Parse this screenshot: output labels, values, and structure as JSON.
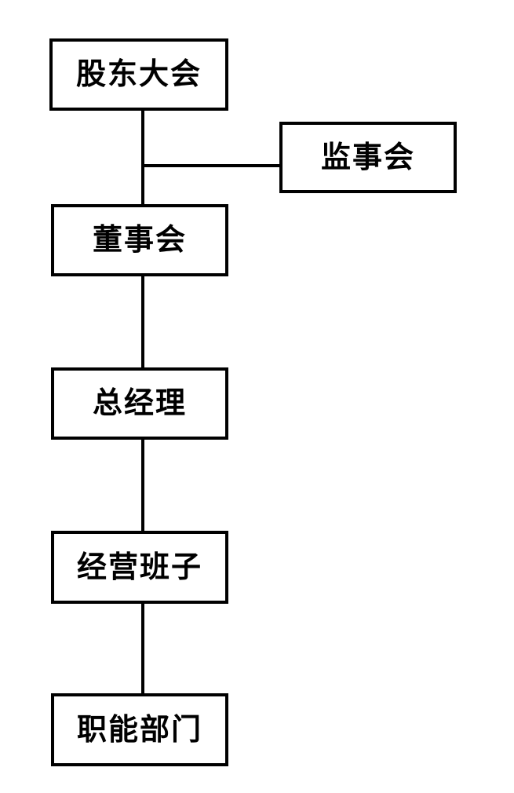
{
  "diagram": {
    "type": "org-chart",
    "background": "#ffffff",
    "line_color": "#000000",
    "border_color": "#000000",
    "text_color": "#000000",
    "nodes": [
      {
        "id": "shareholders-meeting",
        "label": "股东大会"
      },
      {
        "id": "supervisory-board",
        "label": "监事会"
      },
      {
        "id": "board-of-directors",
        "label": "董事会"
      },
      {
        "id": "general-manager",
        "label": "总经理"
      },
      {
        "id": "management-team",
        "label": "经营班子"
      },
      {
        "id": "functional-departments",
        "label": "职能部门"
      }
    ],
    "edges": [
      {
        "from": "股东大会",
        "to": "董事会"
      },
      {
        "from": "股东大会",
        "to": "监事会"
      },
      {
        "from": "董事会",
        "to": "总经理"
      },
      {
        "from": "总经理",
        "to": "经营班子"
      },
      {
        "from": "经营班子",
        "to": "职能部门"
      }
    ]
  }
}
